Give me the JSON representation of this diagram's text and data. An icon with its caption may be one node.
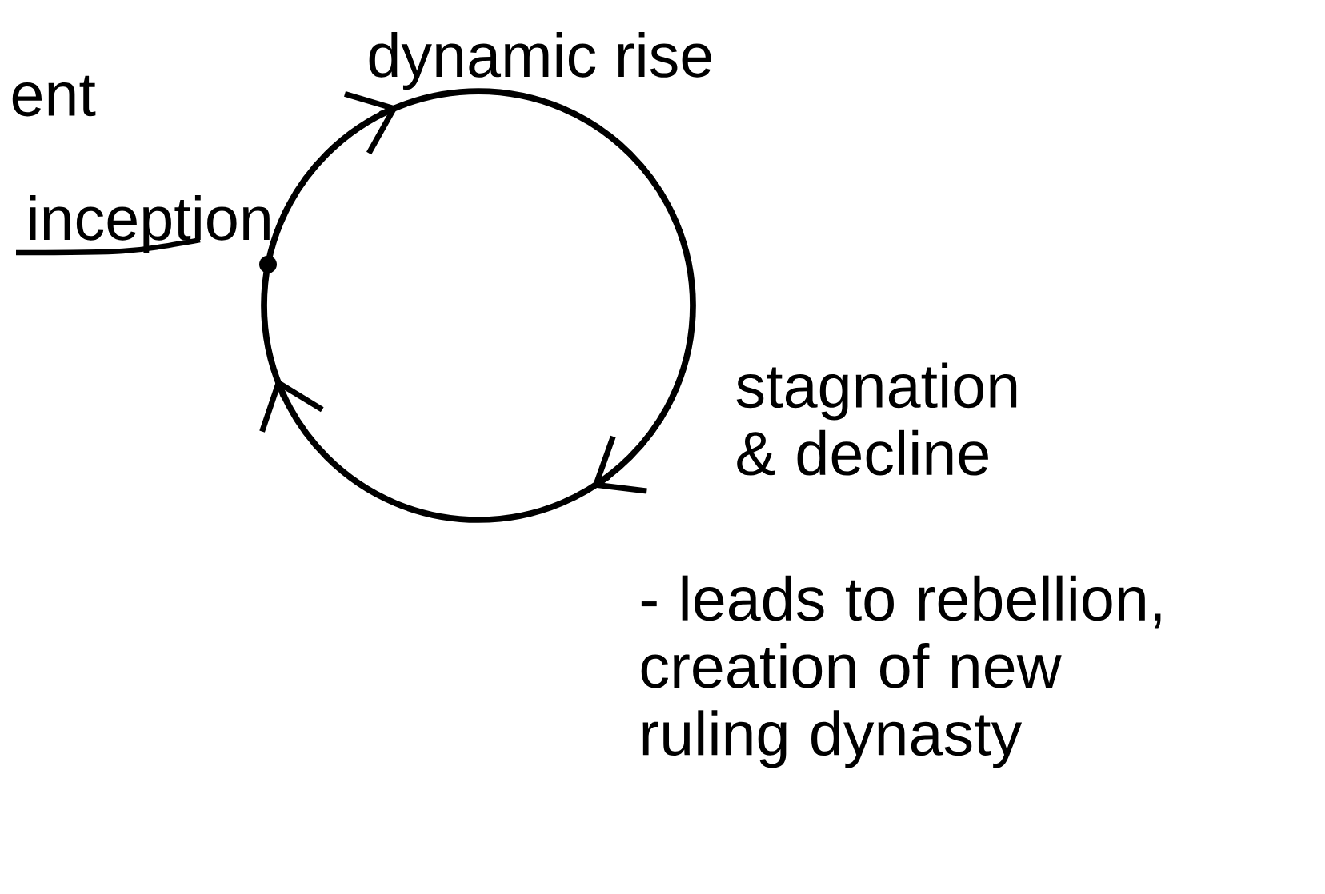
{
  "diagram": {
    "nodes": [
      {
        "text": [],
        "shape": "circle"
      }
    ],
    "edges": [],
    "labels": [
      "ent",
      "dynamic rise",
      "inception",
      "stagnation & decline",
      "- leads to rebellion, creation of new ruling dynasty"
    ]
  }
}
